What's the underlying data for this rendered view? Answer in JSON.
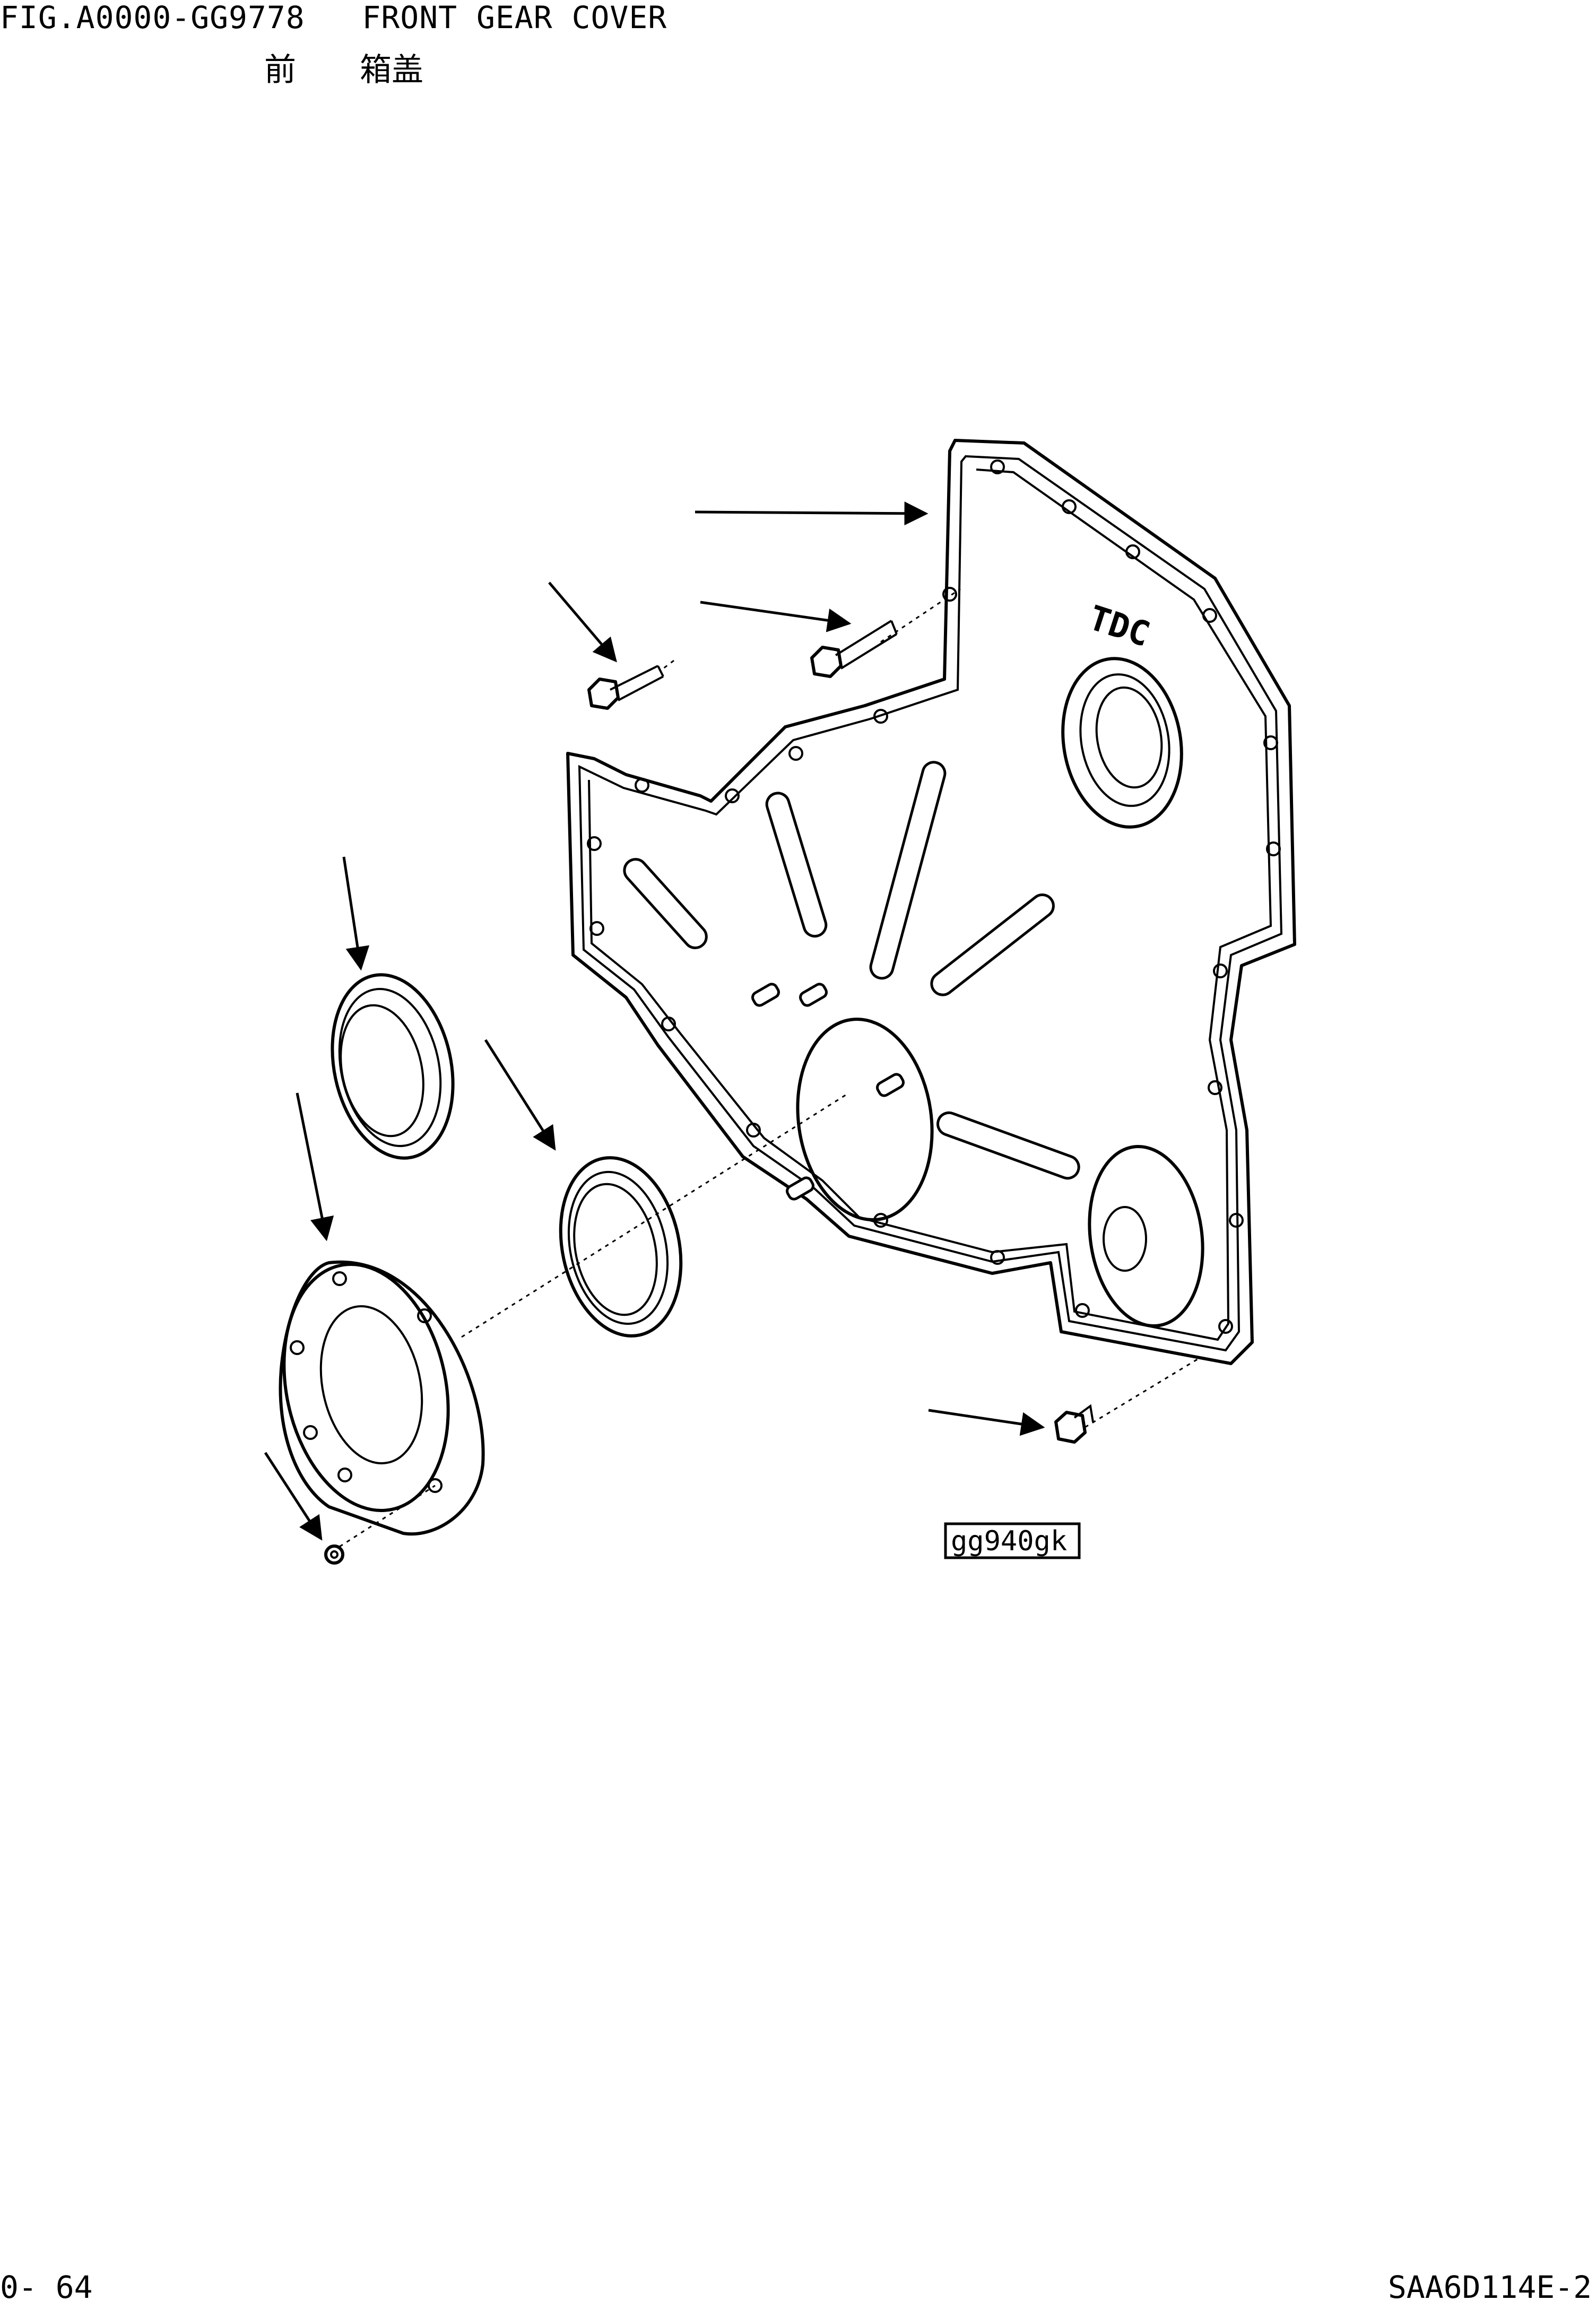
{
  "header": {
    "title": "FIG.A0000-GG9778   FRONT GEAR COVER",
    "subtitle": "前　　箱盖"
  },
  "diagram": {
    "cover_marking": "TDC",
    "reference_code": "gg940gk"
  },
  "footer": {
    "page_number": "0- 64",
    "model_code": "SAA6D114E-2"
  }
}
